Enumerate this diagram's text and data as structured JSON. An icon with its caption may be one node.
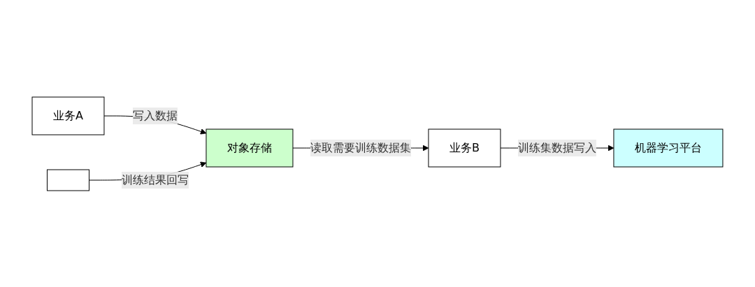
{
  "diagram": {
    "nodes": [
      {
        "text": [
          "业务B"
        ]
      },
      {
        "text": [
          "业务A"
        ]
      },
      {
        "text": [
          "对象存储"
        ]
      },
      {
        "text": [
          "机器学习平台"
        ]
      },
      {
        "text": [],
        "shape": "box"
      }
    ],
    "edges": [
      {
        "from": 1,
        "to": 2,
        "arrow": "to",
        "label": "写入数据"
      },
      {
        "from": 2,
        "to": 0,
        "arrow": "to",
        "label": "读取需要训练数据集"
      },
      {
        "from": 0,
        "to": 3,
        "arrow": "to",
        "label": "训练集数据写入"
      },
      {
        "from": 4,
        "to": 2,
        "arrow": "to",
        "label": "训练结果回写"
      }
    ]
  }
}
